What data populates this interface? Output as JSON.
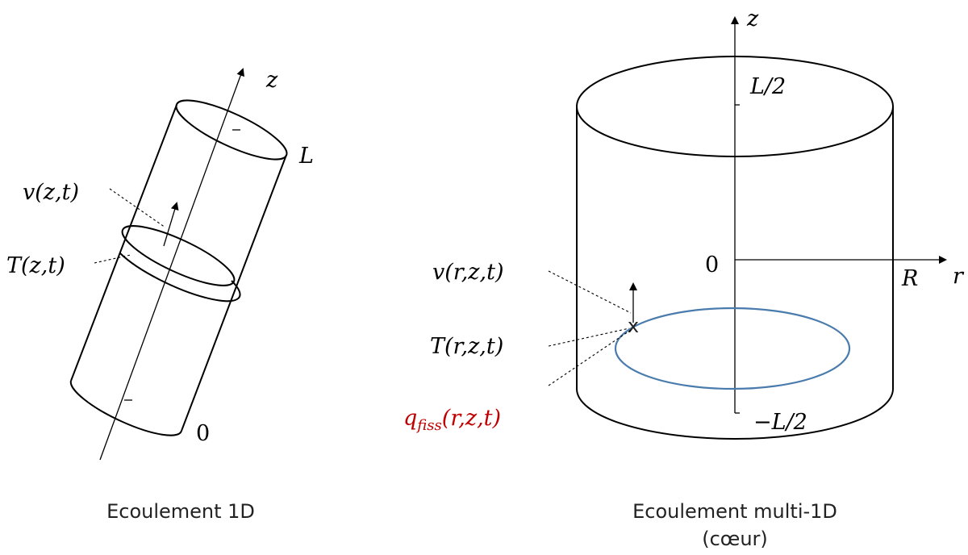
{
  "left_diagram": {
    "axis_label": "z",
    "top_label": "L",
    "bottom_label": "0",
    "velocity_label": "v(z,t)",
    "temperature_label": "T(z,t)",
    "caption": "Ecoulement 1D"
  },
  "right_diagram": {
    "z_axis_label": "z",
    "r_axis_label": "r",
    "top_tick_label": "L/2",
    "bottom_tick_label": "−L/2",
    "origin_label": "0",
    "radius_label": "R",
    "velocity_label": "v(r,z,t)",
    "temperature_label": "T(r,z,t)",
    "fission_label_main": "q",
    "fission_label_sub": "fiss",
    "fission_label_args": "(r,z,t)",
    "point_marker": "x",
    "caption_line1": "Ecoulement multi-1D",
    "caption_line2": "(cœur)",
    "colors": {
      "fission_label": "#c00000",
      "ring": "#4a7bad"
    }
  }
}
